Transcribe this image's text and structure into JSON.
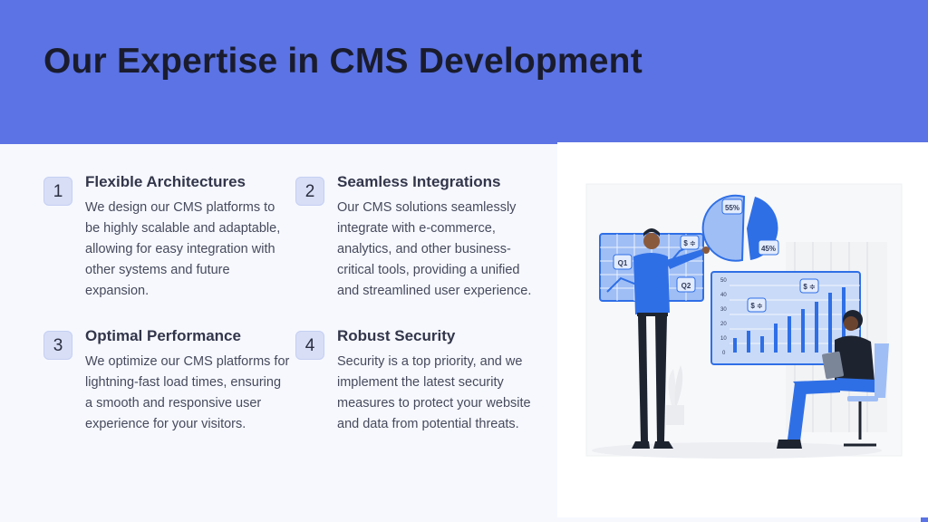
{
  "slide": {
    "title": "Our Expertise in CMS Development"
  },
  "items": [
    {
      "number": "1",
      "title": "Flexible Architectures",
      "description": "We design our CMS platforms to be highly scalable and adaptable, allowing for easy integration with other systems and future expansion."
    },
    {
      "number": "2",
      "title": "Seamless Integrations",
      "description": "Our CMS solutions seamlessly integrate with e-commerce, analytics, and other business-critical tools, providing a unified and streamlined user experience."
    },
    {
      "number": "3",
      "title": "Optimal Performance",
      "description": "We optimize our CMS platforms for lightning-fast load times, ensuring a smooth and responsive user experience for your visitors."
    },
    {
      "number": "4",
      "title": "Robust Security",
      "description": "Security is a top priority, and we implement the latest security measures to protect your website and data from potential threats."
    }
  ],
  "illustration": {
    "pie_labels": [
      "55%",
      "45%"
    ],
    "board_labels": [
      "Q1",
      "Q2"
    ],
    "currency_badges": [
      "$ ≑",
      "$ ≑",
      "$ ≑"
    ],
    "chart_axis_ticks": [
      "50",
      "40",
      "30",
      "20",
      "10",
      "0"
    ],
    "colors": {
      "header": "#5b73e4",
      "accent_blue": "#2f6fe6",
      "light_blue": "#9fbef5",
      "number_badge": "#d7def6"
    }
  }
}
